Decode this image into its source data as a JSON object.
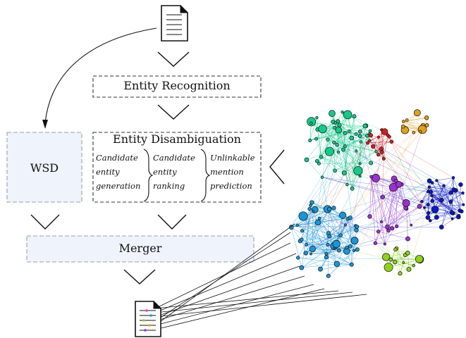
{
  "entity_recognition": {
    "label": "Entity Recognition"
  },
  "wsd": {
    "label": "WSD"
  },
  "entity_disambiguation": {
    "title": "Entity Disambiguation",
    "steps": [
      {
        "lines": [
          "Candidate",
          "entity",
          "generation"
        ]
      },
      {
        "lines": [
          "Candidate",
          "entity",
          "ranking"
        ]
      },
      {
        "lines": [
          "Unlinkable",
          "mention",
          "prediction"
        ]
      }
    ]
  },
  "merger": {
    "label": "Merger"
  },
  "icons": {
    "input": "document-icon",
    "output": "annotated-document-icon",
    "graph": "knowledge-graph-network"
  },
  "colors": {
    "box_fill": "#eef3fc",
    "box_border_dashed": "#333333",
    "box_border_light": "#9aa0a8",
    "communities": [
      "#16c98a",
      "#d41f1f",
      "#e0a020",
      "#1a95d6",
      "#0a18c8",
      "#9b30d0",
      "#8fd11b"
    ]
  }
}
